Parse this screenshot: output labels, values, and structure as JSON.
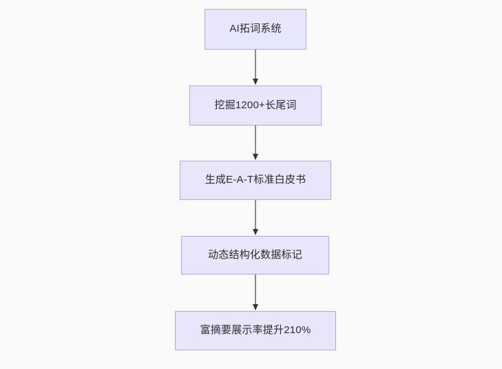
{
  "diagram": {
    "type": "flowchart",
    "direction": "top-to-bottom",
    "background_color": "#f9f9f9",
    "node_fill_color": "#e7e6fb",
    "node_border_color": "#b4a2e3",
    "node_text_color": "#2b2b2b",
    "edge_color": "#6b6b6b",
    "nodes": [
      {
        "id": "n0",
        "label": "AI拓词系统"
      },
      {
        "id": "n1",
        "label": "挖掘1200+长尾词"
      },
      {
        "id": "n2",
        "label": "生成E-A-T标准白皮书"
      },
      {
        "id": "n3",
        "label": "动态结构化数据标记"
      },
      {
        "id": "n4",
        "label": "富摘要展示率提升210%"
      }
    ],
    "edges": [
      {
        "from": "n0",
        "to": "n1",
        "label": ""
      },
      {
        "from": "n1",
        "to": "n2",
        "label": ""
      },
      {
        "from": "n2",
        "to": "n3",
        "label": ""
      },
      {
        "from": "n3",
        "to": "n4",
        "label": ""
      }
    ]
  }
}
